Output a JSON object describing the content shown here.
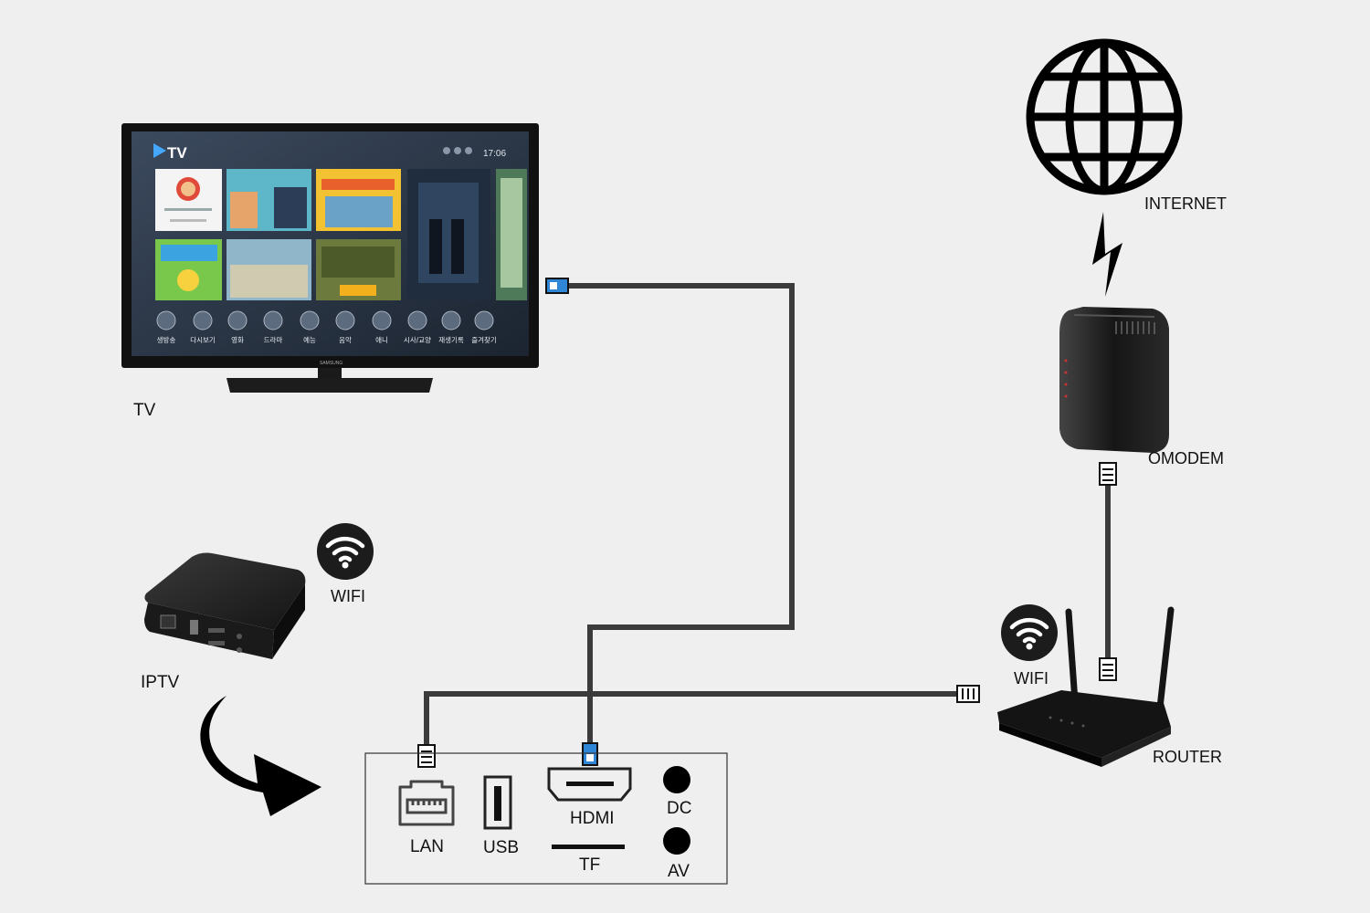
{
  "labels": {
    "tv": "TV",
    "iptv": "IPTV",
    "wifi_box": "WIFI",
    "wifi_router": "WIFI",
    "internet": "INTERNET",
    "omodem": "OMODEM",
    "router": "ROUTER"
  },
  "ports": {
    "lan": "LAN",
    "usb": "USB",
    "hdmi": "HDMI",
    "tf": "TF",
    "dc": "DC",
    "av": "AV"
  },
  "tv_screen": {
    "logo": "TV",
    "time": "17:06",
    "brand": "SAMSUNG",
    "menu": [
      "생방송",
      "다시보기",
      "영화",
      "드라마",
      "예능",
      "음악",
      "애니",
      "시사/교양",
      "재생기록",
      "즐겨찾기"
    ]
  },
  "colors": {
    "background": "#efefef",
    "cable": "#3b3b3b",
    "hdmi_connector": "#2f86d6",
    "device_black": "#111111"
  },
  "icons": [
    "globe-icon",
    "lightning-icon",
    "wifi-icon",
    "curved-arrow-icon",
    "lan-port-icon",
    "usb-port-icon",
    "hdmi-port-icon"
  ]
}
